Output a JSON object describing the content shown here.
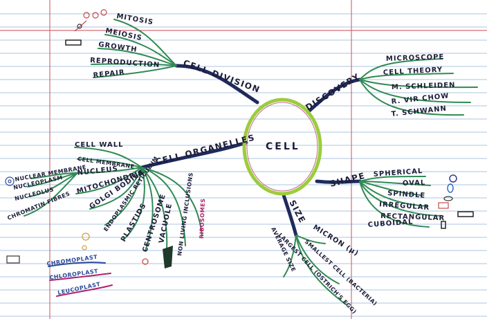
{
  "center": {
    "label": "CELL"
  },
  "branches": {
    "cell_division": {
      "label": "CELL DIVISION",
      "children": [
        "MITOSIS",
        "MEIOSIS",
        "GROWTH",
        "REPRODUCTION",
        "REPAIR"
      ]
    },
    "discovery": {
      "label": "DISCOVERY",
      "children": [
        "MICROSCOPE",
        "CELL THEORY",
        "M. SCHLEIDEN",
        "R. VIR CHOW",
        "T. SCHWANN"
      ]
    },
    "organelles": {
      "label": "CELL ORGANELLES",
      "children": [
        "CELL WALL",
        "CELL MEMBRANE",
        "NUCLEUS",
        "MITOCHONDRIA",
        "GOLGI BODIES",
        "ENDOPLASMIC RETICULUM",
        "PLASTIDS",
        "CENTROSOME",
        "VACUOLE",
        "NON LIVING INCLUSIONS",
        "RIBOSOMES"
      ],
      "nucleus_parts": [
        "NUCLEAR MEMBRANE",
        "NUCLEOPLASM",
        "NUCLEOLUS",
        "CHROMATIN FIBRES"
      ],
      "plastids": [
        "CHROMOPLAST",
        "CHLOROPLAST",
        "LEUCOPLAST"
      ]
    },
    "shape": {
      "label": "SHAPE",
      "children": [
        "SPHERICAL",
        "OVAL",
        "SPINDLE",
        "IRREGULAR",
        "RECTANGULAR",
        "CUBOIDAL"
      ]
    },
    "size": {
      "label": "SIZE",
      "children": [
        "MICRON (μ)",
        "SMALLEST CELL (BACTERIA)",
        "LARGEST CELL (OSTRICH'S EGG)",
        "AVERAGE SIZE"
      ]
    }
  },
  "colors": {
    "paper": "#ffffff",
    "rule_line": "#8fb1d6",
    "margin_line": "#d46a78",
    "branch_main": "#1f2a5c",
    "branch_leaf": "#2f8a52",
    "cell_outline": "#9ccc3c",
    "text": "#1c1c38",
    "plastid_blue": "#2a4a9a",
    "plastid_magenta": "#b0206a"
  }
}
